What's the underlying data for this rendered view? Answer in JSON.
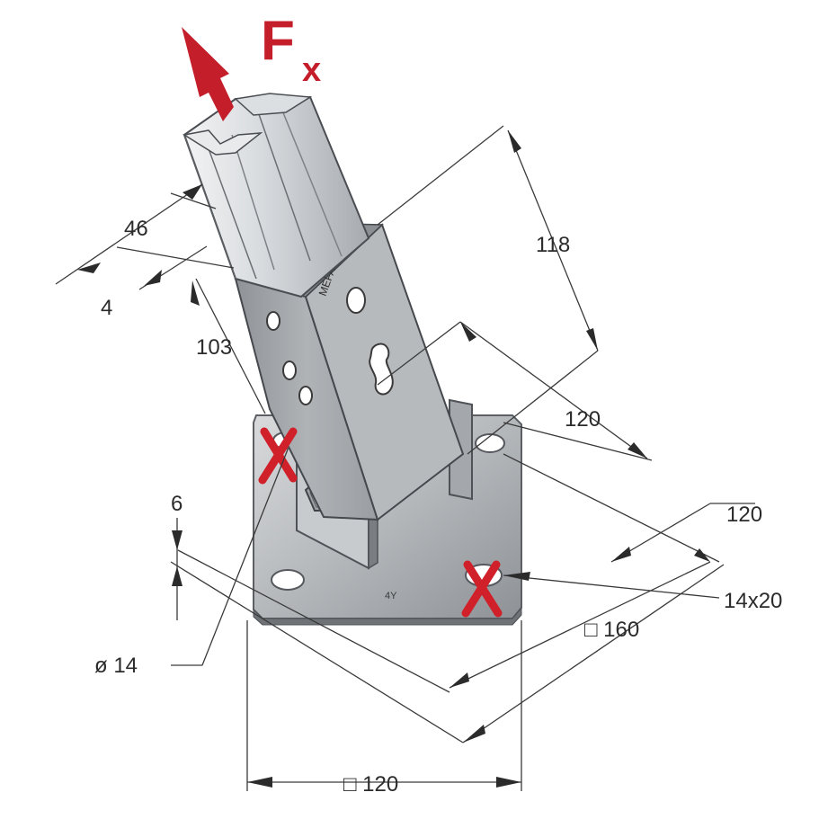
{
  "force": {
    "symbol": "F",
    "subscript": "x",
    "color": "#c41e2a"
  },
  "brand_mark": "MEFA",
  "plate_mark": "4Y",
  "dimensions": {
    "channel_width": "46",
    "lip": "4",
    "offset": "103",
    "height": "118",
    "bracket_width": "120",
    "hole_spacing": "120",
    "slot": "14x20",
    "plate_outer": "□ 160",
    "hole_diameter": "ø 14",
    "plate_thickness": "6",
    "plate_base": "□ 120"
  },
  "colors": {
    "steel": "#b9bcbf",
    "steel_dark": "#7c8084",
    "line": "#3a3a3a",
    "cross": "#d0202a"
  }
}
